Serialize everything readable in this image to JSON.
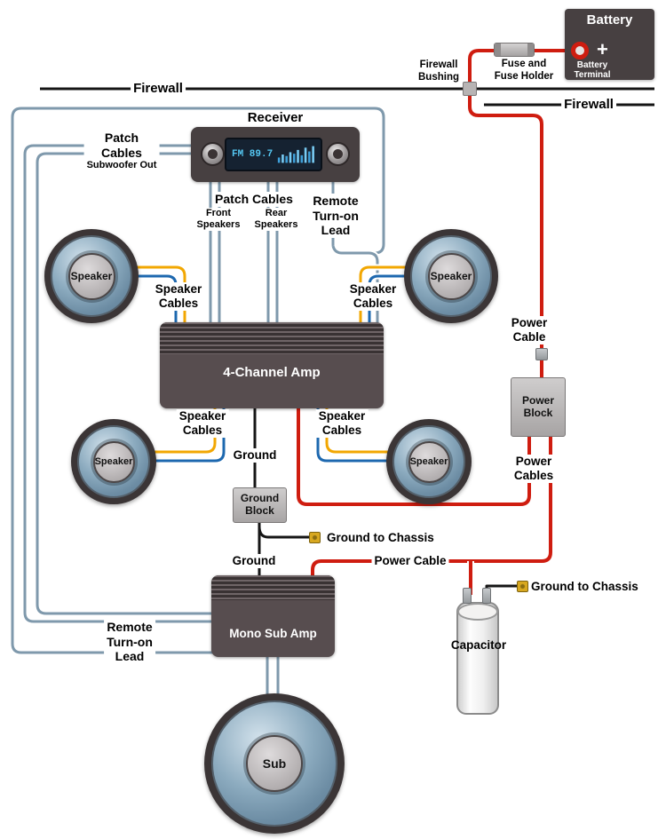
{
  "colors": {
    "wire_signal": "#7f99ac",
    "wire_power": "#cf1d10",
    "wire_ground": "#161616",
    "wire_speaker_pos": "#f2a702",
    "wire_speaker_neg": "#1d68af",
    "box_dark": "#474041",
    "block_gray": "#b8b5b5",
    "connector_gold": "#d8a820",
    "display_text": "#55c8f3"
  },
  "battery": {
    "title": "Battery",
    "plus": "+",
    "terminal_label_line1": "Battery",
    "terminal_label_line2": "Terminal"
  },
  "fuse": {
    "label_line1": "Fuse and",
    "label_line2": "Fuse Holder"
  },
  "firewall": {
    "bushing_line1": "Firewall",
    "bushing_line2": "Bushing",
    "label_left": "Firewall",
    "label_right": "Firewall"
  },
  "receiver": {
    "title": "Receiver",
    "display_freq": "FM 89.7"
  },
  "patch_subwoofer": {
    "line1": "Patch",
    "line2": "Cables",
    "line3": "Subwoofer Out"
  },
  "patch_main": {
    "title": "Patch Cables",
    "front_line1": "Front",
    "front_line2": "Speakers",
    "rear_line1": "Rear",
    "rear_line2": "Speakers"
  },
  "remote_lead": {
    "line1": "Remote",
    "line2": "Turn-on",
    "line3": "Lead"
  },
  "speakers": {
    "front_left": "Speaker",
    "front_right": "Speaker",
    "rear_left": "Speaker",
    "rear_right": "Speaker"
  },
  "speaker_cables_label": {
    "line1": "Speaker",
    "line2": "Cables"
  },
  "amps": {
    "four_channel": "4-Channel Amp",
    "mono_sub": "Mono Sub Amp"
  },
  "ground": {
    "label_top": "Ground",
    "label_bottom": "Ground",
    "block_line1": "Ground",
    "block_line2": "Block",
    "to_chassis": "Ground to Chassis"
  },
  "power": {
    "cable_line1": "Power",
    "cable_line2": "Cable",
    "block_line1": "Power",
    "block_line2": "Block",
    "cables_line1": "Power",
    "cables_line2": "Cables",
    "cable_label": "Power Cable"
  },
  "capacitor": {
    "label": "Capacitor"
  },
  "subwoofer": {
    "label": "Sub"
  }
}
